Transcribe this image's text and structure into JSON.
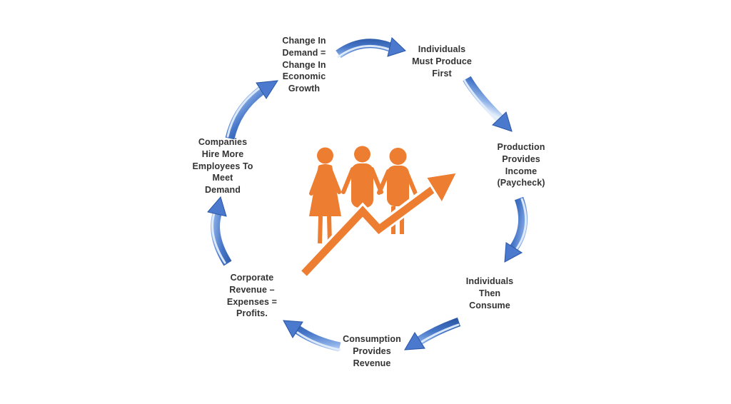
{
  "diagram": {
    "type": "cycle",
    "nodes": [
      {
        "id": "change-in-demand",
        "label": "Change In\nDemand =\nChange In\nEconomic\nGrowth"
      },
      {
        "id": "individuals-must-produce",
        "label": "Individuals\nMust Produce\nFirst"
      },
      {
        "id": "production-provides-income",
        "label": "Production\nProvides\nIncome\n(Paycheck)"
      },
      {
        "id": "individuals-then-consume",
        "label": "Individuals\nThen\nConsume"
      },
      {
        "id": "consumption-provides-revenue",
        "label": "Consumption\nProvides\nRevenue"
      },
      {
        "id": "corporate-revenue-profits",
        "label": "Corporate\nRevenue –\nExpenses =\nProfits."
      },
      {
        "id": "companies-hire-more",
        "label": "Companies\nHire More\nEmployees To\nMeet\nDemand"
      }
    ],
    "center_icon": "people-growth-icon",
    "colors": {
      "arrow_blue": "#4472C4",
      "arrow_blue_dark": "#28539F",
      "arrow_blue_light": "#E6F0FC",
      "arrow_head_fill": "#4A79CE",
      "icon_orange": "#ED7D31",
      "text": "#333333",
      "background": "#FFFFFF"
    }
  }
}
